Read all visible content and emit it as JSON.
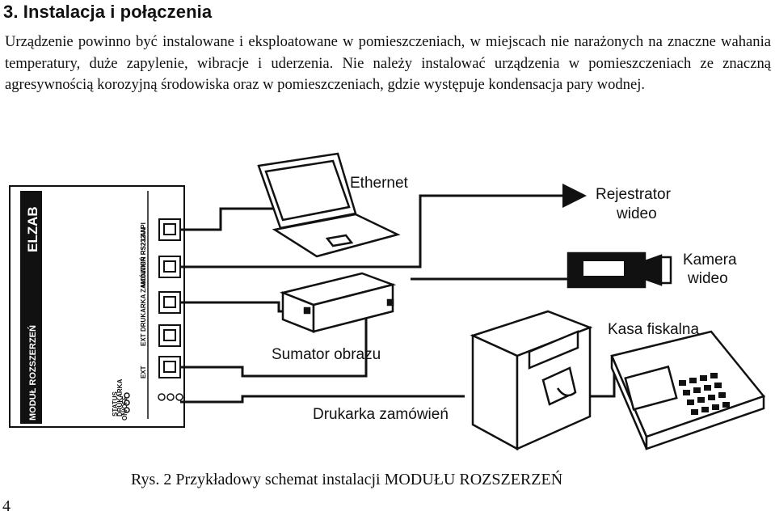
{
  "section": {
    "heading": "3. Instalacja i połączenia"
  },
  "paragraph": "Urządzenie powinno być instalowane i eksploatowane w pomieszczeniach, w miejscach nie narażonych na znaczne wahania temperatury, duże zapylenie, wibracje i uderzenia. Nie należy instalować urządzenia w pomieszczeniach ze znaczną agresywnością korozyjną środowiska oraz w pomieszczeniach, gdzie występuje kondensacja pary wodnej.",
  "diagram": {
    "module": {
      "brand": "ELZAB",
      "name": "MODUŁ ROZSZERZEŃ",
      "ports": [
        "LAN",
        "MONITOR RS232/API",
        "DRUKARKA ZAMÓWIEŃ RS232",
        "EXT",
        "EXT"
      ],
      "leds": [
        "STATUS",
        "DRUKARKA",
        "ON/OFF"
      ]
    },
    "labels": {
      "ethernet": "Ethernet",
      "recorder_1": "Rejestrator",
      "recorder_2": "wideo",
      "camera_1": "Kamera",
      "camera_2": "wideo",
      "cash_register": "Kasa fiskalna",
      "combiner": "Sumator obrazu",
      "order_printer": "Drukarka zamówień"
    }
  },
  "caption": "Rys. 2  Przykładowy schemat instalacji MODUŁU ROZSZERZEŃ",
  "page_number": "4"
}
